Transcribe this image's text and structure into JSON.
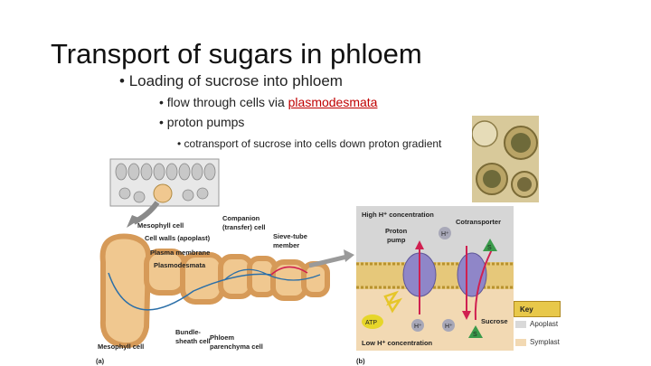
{
  "slide": {
    "title": "Transport of sugars in phloem",
    "bullet1": "Loading of sucrose into phloem",
    "bullet2_prefix": "flow through cells via ",
    "bullet2_link": "plasmodesmata",
    "bullet3": "proton pumps",
    "bullet4": "cotransport of sucrose into cells down proton gradient"
  },
  "figure_a": {
    "labels": {
      "companion": "Companion",
      "transfer": "(transfer) cell",
      "sieve_tube": "Sieve-tube",
      "member": "member",
      "mesophyll": "Mesophyll cell",
      "cell_walls": "Cell walls (apoplast)",
      "plasma_membrane": "Plasma membrane",
      "plasmodesmata": "Plasmodesmata",
      "bundle": "Bundle-",
      "sheath": "sheath cell",
      "phloem": "Phloem",
      "parenchyma": "parenchyma cell",
      "mesophyll_bottom": "Mesophyll cell",
      "panel": "(a)"
    }
  },
  "figure_b": {
    "labels": {
      "high": "High H⁺ concentration",
      "cotransporter": "Cotransporter",
      "proton": "Proton",
      "pump": "pump",
      "h_plus": "H⁺",
      "s": "S",
      "atp": "ATP",
      "sucrose": "Sucrose",
      "low": "Low H⁺ concentration",
      "panel": "(b)"
    },
    "key": {
      "title": "Key",
      "apoplast": "Apoplast",
      "symplast": "Symplast"
    },
    "colors": {
      "apoplast": "#d9d9d9",
      "symplast": "#f2d9b3",
      "pump": "#8f86c8",
      "membrane": "#c7a04a"
    }
  }
}
